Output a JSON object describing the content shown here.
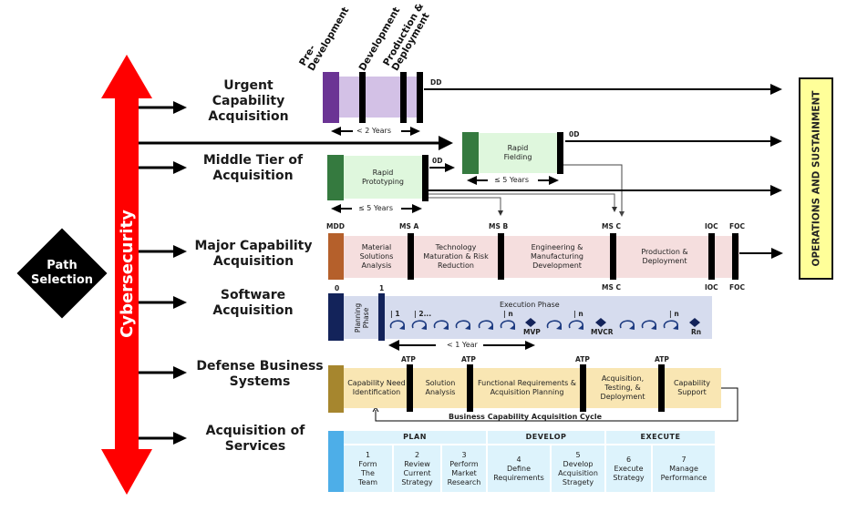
{
  "cybersecurity": {
    "label": "Cybersecurity",
    "color": "#ff0000"
  },
  "path_selection": {
    "line1": "Path",
    "line2": "Selection"
  },
  "operations": {
    "label": "OPERATIONS AND SUSTAINMENT",
    "color": "#ffff99"
  },
  "paths": [
    {
      "id": "urgent",
      "label": "Urgent Capability Acquisition"
    },
    {
      "id": "mta",
      "label": "Middle Tier of Acquisition"
    },
    {
      "id": "major",
      "label": "Major Capability Acquisition"
    },
    {
      "id": "software",
      "label": "Software Acquisition"
    },
    {
      "id": "dbs",
      "label": "Defense Business Systems"
    },
    {
      "id": "services",
      "label": "Acquisition of Services"
    }
  ],
  "urgent": {
    "phase_labels": [
      "Pre-Development",
      "Development",
      "Production & Deployment"
    ],
    "milestone": "DD",
    "duration": "< 2 Years",
    "colors": {
      "start": "#6b3494",
      "body": "#d3c1e6"
    }
  },
  "mta": {
    "prototyping": {
      "label": "Rapid Prototyping",
      "milestone": "0D",
      "duration": "≤ 5 Years"
    },
    "fielding": {
      "label": "Rapid Fielding",
      "milestone": "0D",
      "duration": "≤ 5 Years"
    },
    "colors": {
      "start": "#357a3f",
      "body": "#dff7dd"
    }
  },
  "major": {
    "milestones_top": [
      "MDD",
      "MS A",
      "MS B",
      "MS C",
      "IOC",
      "FOC"
    ],
    "milestones_bottom": [
      "MS C",
      "IOC",
      "FOC"
    ],
    "phases": [
      "Material Solutions Analysis",
      "Technology Maturation & Risk Reduction",
      "Engineering & Manufacturing Development",
      "Production & Deployment"
    ],
    "colors": {
      "start": "#b5602b",
      "body": "#f5dede"
    }
  },
  "software": {
    "marker_0": "0",
    "marker_1": "1",
    "planning": "Planning Phase",
    "execution": "Execution Phase",
    "iterations": [
      "| 1",
      "| 2...",
      "| n",
      "| n",
      "| n"
    ],
    "releases": [
      "MVP",
      "MVCR",
      "Rn"
    ],
    "duration": "< 1 Year",
    "colors": {
      "start": "#13235a",
      "body": "#d6dcee"
    }
  },
  "dbs": {
    "atp": "ATP",
    "phases": [
      "Capability Need Identification",
      "Solution Analysis",
      "Functional Requirements & Acquisition Planning",
      "Acquisition, Testing, & Deployment",
      "Capability Support"
    ],
    "cycle": "Business Capability Acquisition Cycle",
    "colors": {
      "start": "#a6862e",
      "body": "#f9e6b3"
    }
  },
  "services": {
    "groups": [
      "PLAN",
      "DEVELOP",
      "EXECUTE"
    ],
    "steps": [
      {
        "num": "1",
        "label": "Form The Team"
      },
      {
        "num": "2",
        "label": "Review Current Strategy"
      },
      {
        "num": "3",
        "label": "Perform Market Research"
      },
      {
        "num": "4",
        "label": "Define Requirements"
      },
      {
        "num": "5",
        "label": "Develop Acquisition Stragety"
      },
      {
        "num": "6",
        "label": "Execute Strategy"
      },
      {
        "num": "7",
        "label": "Manage Performance"
      }
    ],
    "colors": {
      "start": "#4daee8",
      "body": "#ddf3fc"
    }
  }
}
